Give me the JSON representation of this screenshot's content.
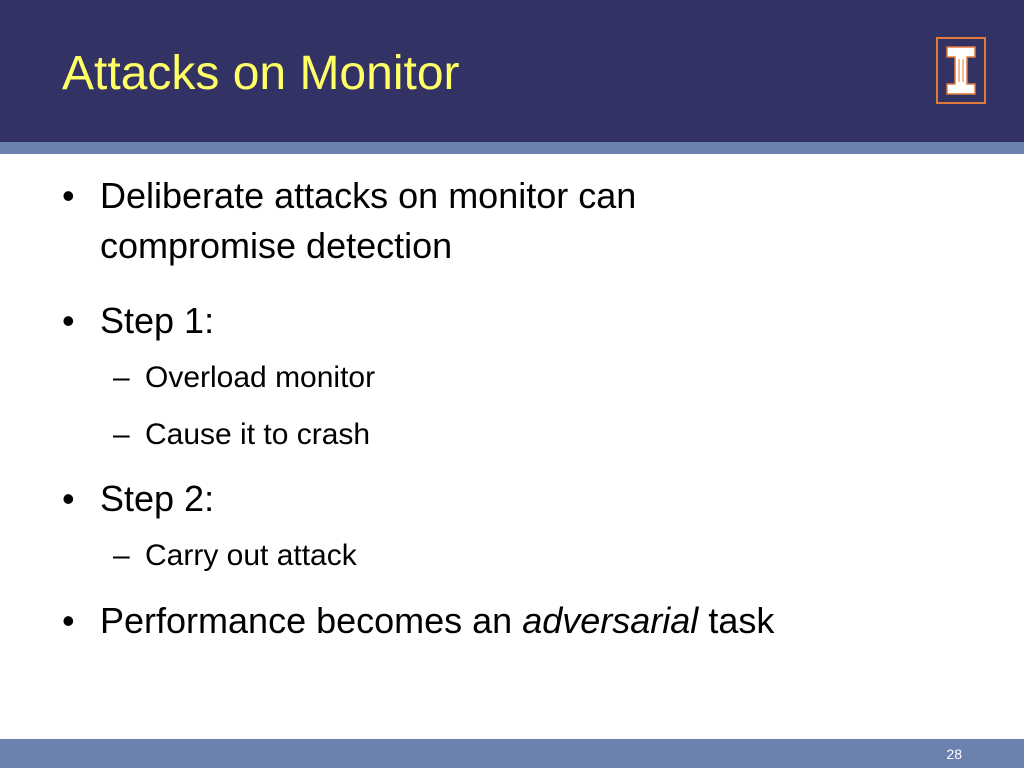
{
  "slide": {
    "title": "Attacks on Monitor",
    "page_number": "28",
    "logo_icon": "university-of-illinois-block-i-icon"
  },
  "colors": {
    "header": "#323264",
    "stripe": "#6b82ae",
    "title": "#ffff66",
    "logo": "#e07a3c"
  },
  "bullets": [
    {
      "marker": "•",
      "lines": [
        "Deliberate attacks on monitor can",
        "compromise detection"
      ]
    },
    {
      "marker": "•",
      "text": "Step 1:",
      "subitems": [
        {
          "marker": "–",
          "text": "Overload monitor"
        },
        {
          "marker": "–",
          "text": "Cause it to crash"
        }
      ]
    },
    {
      "marker": "•",
      "text": "Step 2:",
      "subitems": [
        {
          "marker": "–",
          "text": "Carry out attack"
        }
      ]
    },
    {
      "marker": "•",
      "text_before": "Performance becomes an ",
      "emphasis": "adversarial",
      "text_after": " task"
    }
  ]
}
